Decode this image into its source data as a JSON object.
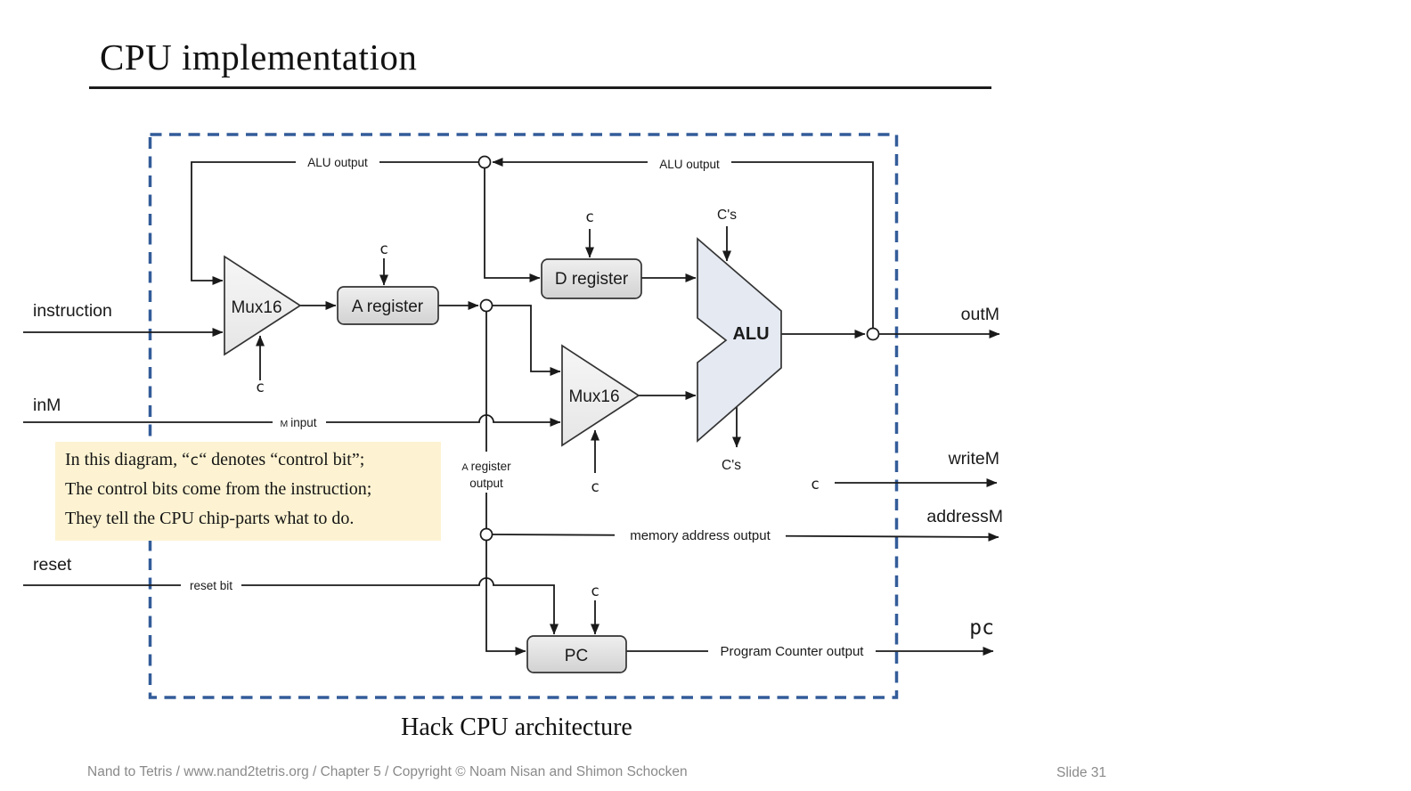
{
  "slide": {
    "title": "CPU implementation",
    "caption": "Hack CPU architecture",
    "footer_left": "Nand to Tetris / www.nand2tetris.org / Chapter 5 / Copyright © Noam Nisan and Shimon Schocken",
    "footer_right": "Slide 31"
  },
  "note": {
    "line1_prefix": "In this diagram, “",
    "line1_c": "c",
    "line1_suffix": "“ denotes “control bit”;",
    "line2": "The control bits come from the instruction;",
    "line3": "They tell the CPU chip-parts what to do."
  },
  "diagram": {
    "inputs": {
      "instruction": "instruction",
      "inM": "inM",
      "reset": "reset"
    },
    "outputs": {
      "outM": "outM",
      "writeM": "writeM",
      "addressM": "addressM",
      "pc": "pc"
    },
    "components": {
      "mux1": "Mux16",
      "mux2": "Mux16",
      "a_register": "A register",
      "d_register": "D register",
      "alu": "ALU",
      "pc": "PC"
    },
    "wires": {
      "alu_output_left": "ALU output",
      "alu_output_right": "ALU output",
      "m_input_m": "M",
      "m_input_rest": "input",
      "a_reg_out_a": "A",
      "a_reg_out_rest": "register",
      "a_reg_out_line2": "output",
      "memory_address_output": "memory address output",
      "reset_bit": "reset bit",
      "program_counter_output": "Program Counter output"
    },
    "controls": {
      "c": "c",
      "cs": "C's"
    }
  },
  "colors": {
    "dashed_border": "#335c99",
    "note_bg": "#fdf3d2",
    "alu_fill": "#e4e9f2",
    "box_fill_top": "#efefef",
    "box_fill_bottom": "#d2d2d2",
    "mux_fill": "#f1f1f1",
    "wire": "#1a1a1a",
    "footer_text": "#8a8a8a"
  }
}
